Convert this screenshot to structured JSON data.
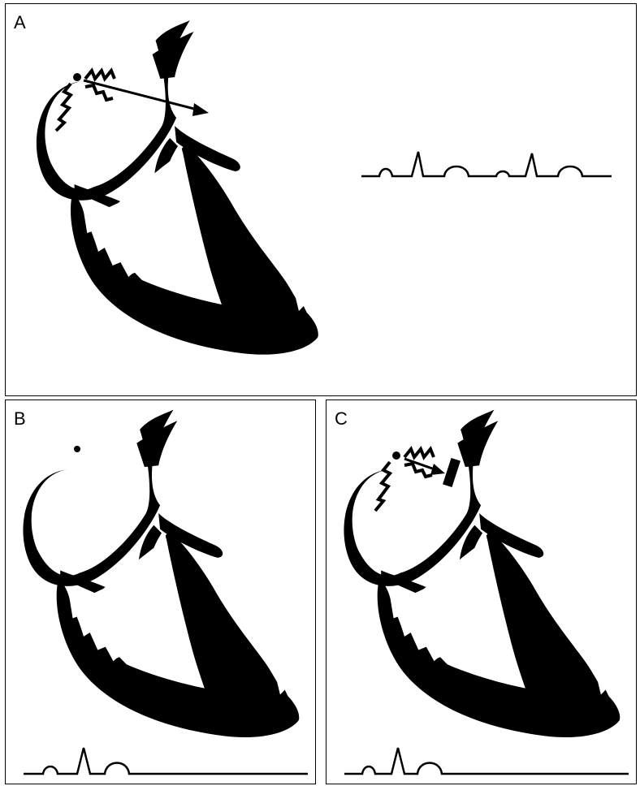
{
  "panels": [
    {
      "label": "A",
      "sa_node": true,
      "conduction": "normal",
      "ecg": "normal-repeating"
    },
    {
      "label": "B",
      "sa_node": true,
      "conduction": "none",
      "ecg": "single-beat-then-flat"
    },
    {
      "label": "C",
      "sa_node": true,
      "conduction": "blocked",
      "ecg": "single-beat-then-flat"
    }
  ],
  "colors": {
    "ink": "#000000",
    "paper": "#ffffff"
  }
}
